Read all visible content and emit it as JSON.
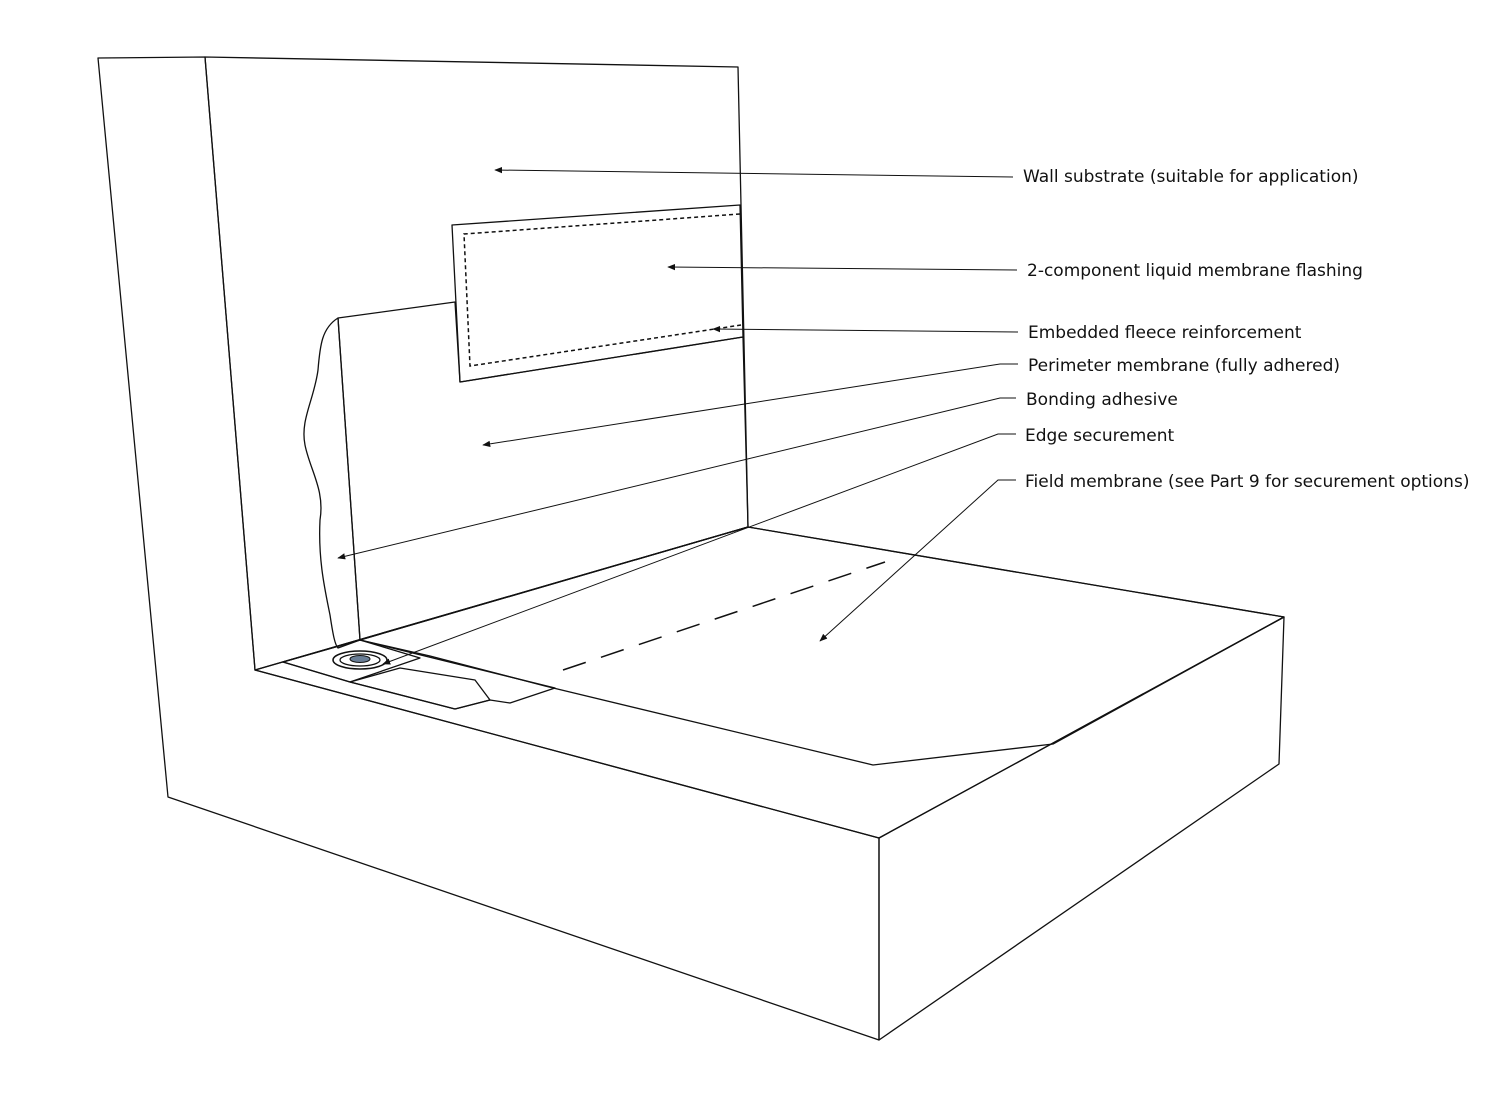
{
  "diagram": {
    "labels": {
      "wall_substrate": "Wall substrate (suitable for application)",
      "liquid_flashing": "2-component liquid membrane flashing",
      "fleece": "Embedded fleece reinforcement",
      "perimeter_membrane": "Perimeter membrane (fully adhered)",
      "bonding_adhesive": "Bonding adhesive",
      "edge_securement": "Edge securement",
      "field_membrane": "Field membrane (see Part 9 for securement options)"
    },
    "colors": {
      "wall": "#a0a0a0",
      "flashing": "#a6a6a6",
      "perimeter_membrane": "#9f8d6f",
      "adhesive": "#a5a585",
      "field_membrane": "#fae3b8",
      "base_top": "#fafafa",
      "strip": "#e8e8fb"
    }
  }
}
